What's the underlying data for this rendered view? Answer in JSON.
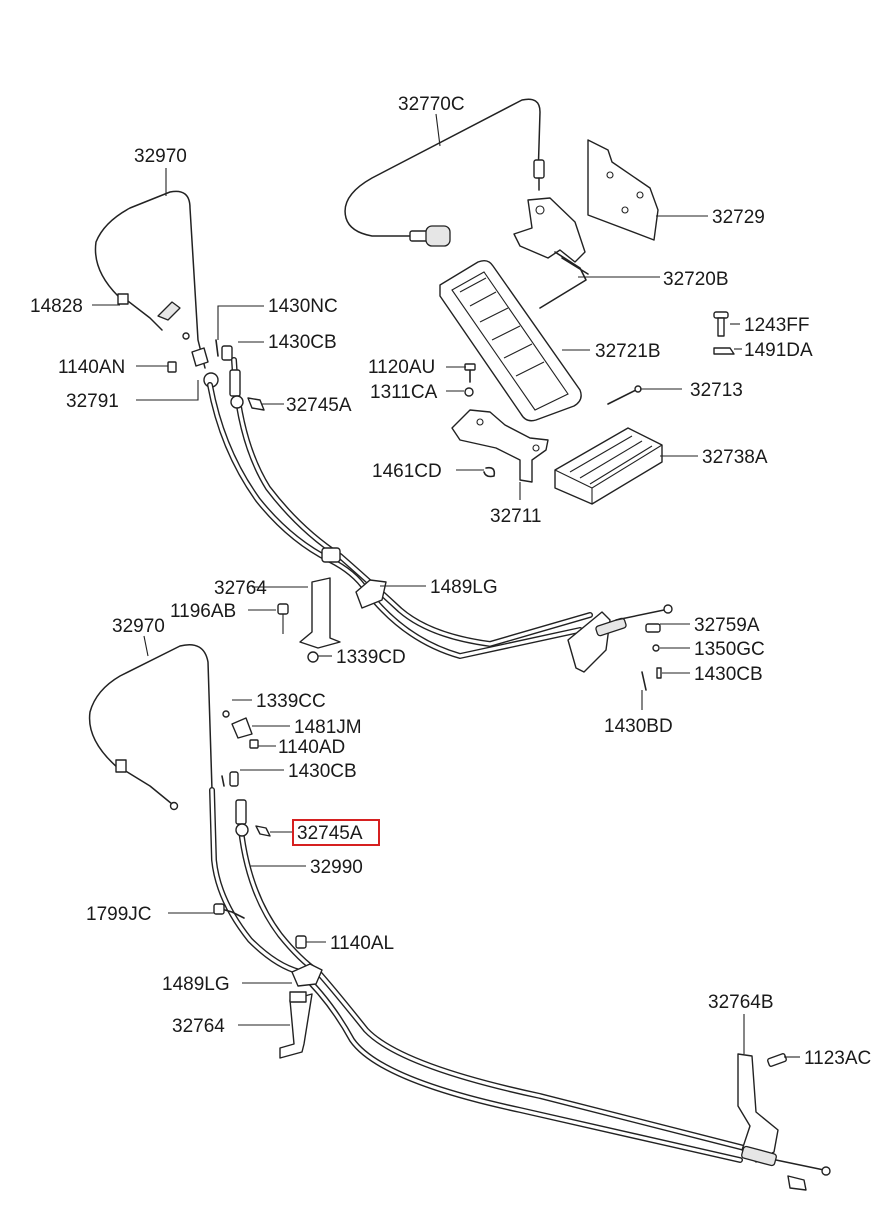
{
  "diagram": {
    "labels": {
      "p32770C": "32770C",
      "p32970_top": "32970",
      "p32729": "32729",
      "p32720B": "32720B",
      "p14828": "14828",
      "p1430NC": "1430NC",
      "p1430CB_top": "1430CB",
      "p1140AN": "1140AN",
      "p32791": "32791",
      "p32745A_top": "32745A",
      "p32721B": "32721B",
      "p1243FF": "1243FF",
      "p1491DA": "1491DA",
      "p1120AU": "1120AU",
      "p1311CA": "1311CA",
      "p32713": "32713",
      "p1461CD": "1461CD",
      "p32738A": "32738A",
      "p32711": "32711",
      "p32764_mid": "32764",
      "p1489LG_mid": "1489LG",
      "p1196AB": "1196AB",
      "p32970_bottom": "32970",
      "p32759A": "32759A",
      "p1350GC": "1350GC",
      "p1339CD": "1339CD",
      "p1430CB_mid": "1430CB",
      "p1339CC": "1339CC",
      "p1430BD": "1430BD",
      "p1481JM": "1481JM",
      "p1140AD": "1140AD",
      "p1430CB_low": "1430CB",
      "p32745A_highlight": "32745A",
      "p32990": "32990",
      "p1799JC": "1799JC",
      "p1140AL": "1140AL",
      "p1489LG_low": "1489LG",
      "p32764B": "32764B",
      "p32764_low": "32764",
      "p1123AC": "1123AC"
    },
    "highlight_color": "#d62020"
  }
}
